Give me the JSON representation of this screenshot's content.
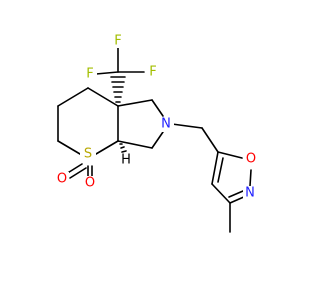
{
  "molecule": {
    "atoms": {
      "fluorine_top": "F",
      "fluorine_left": "F",
      "fluorine_right": "F",
      "nitrogen_ring": "N",
      "sulfur": "S",
      "oxygen_sulfone_left": "O",
      "oxygen_sulfone_right": "O",
      "hydrogen_stereo": "H",
      "oxygen_isoxazole": "O",
      "nitrogen_isoxazole": "N"
    },
    "colors": {
      "fluorine": "#a3be00",
      "nitrogen": "#1f1fff",
      "sulfur": "#b8a800",
      "oxygen": "#ff0000",
      "hydrogen": "#000000",
      "bond": "#000000"
    }
  }
}
